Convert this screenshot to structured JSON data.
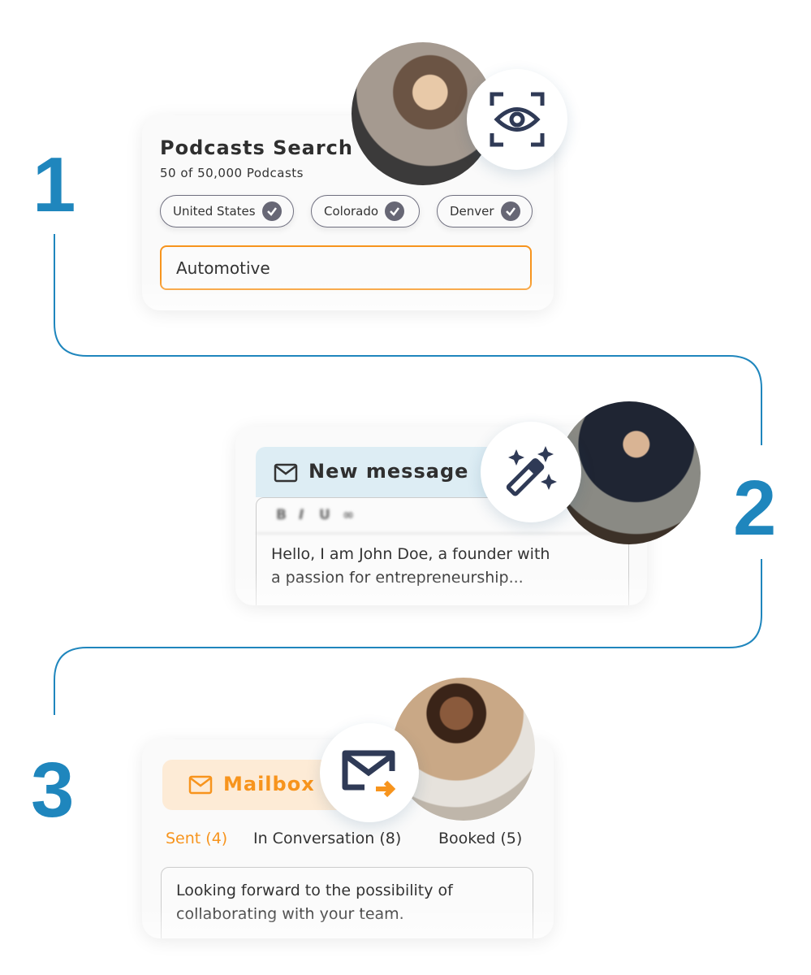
{
  "steps": [
    "1",
    "2",
    "3"
  ],
  "colors": {
    "accent_blue": "#1f86bd",
    "orange": "#f7941d",
    "navy": "#2f3a56"
  },
  "search_card": {
    "title": "Podcasts Search",
    "subtitle": "50 of 50,000 Podcasts",
    "chips": [
      {
        "label": "United States",
        "checked": true
      },
      {
        "label": "Colorado",
        "checked": true
      },
      {
        "label": "Denver",
        "checked": true
      }
    ],
    "input_value": "Automotive",
    "icon": "eye-scan-icon"
  },
  "message_card": {
    "header": "New message",
    "toolbar": [
      "B",
      "I",
      "U",
      "link"
    ],
    "body": [
      "Hello, I am John Doe, a founder with",
      "a passion for entrepreneurship..."
    ],
    "icon": "magic-wand-icon"
  },
  "mailbox_card": {
    "header": "Mailbox",
    "tabs": [
      {
        "label": "Sent (4)",
        "active": true
      },
      {
        "label": "In Conversation (8)",
        "active": false
      },
      {
        "label": "Booked (5)",
        "active": false
      }
    ],
    "body": [
      "Looking forward to the possibility of",
      "collaborating with your team."
    ],
    "icon": "mail-send-icon"
  }
}
